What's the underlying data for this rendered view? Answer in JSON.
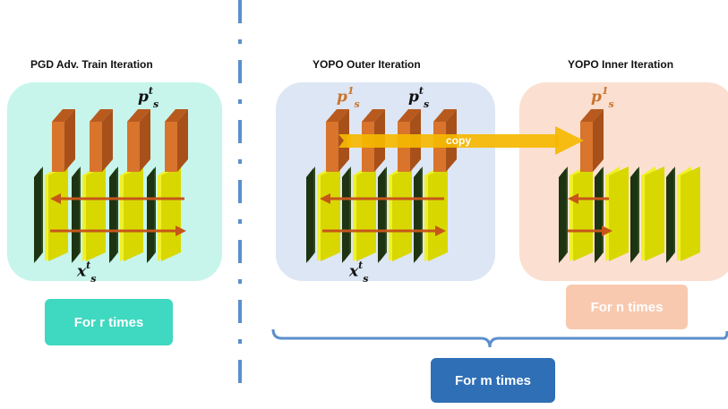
{
  "panels": {
    "pgd": {
      "title": "PGD Adv. Train Iteration",
      "button": "For r times"
    },
    "yopo_outer": {
      "title": "YOPO Outer Iteration"
    },
    "yopo_inner": {
      "title": "YOPO Inner Iteration",
      "button": "For n times"
    }
  },
  "symbols": {
    "p": "p",
    "x": "x",
    "sub": "s",
    "sup_t": "t",
    "sup_1": "1"
  },
  "copy_label": "copy",
  "outer_button": "For m times",
  "colors": {
    "pgd_panel": "#c7f5ec",
    "outer_panel": "#dde6f4",
    "inner_panel": "#fbe0d2",
    "layer_yellow": "#d8d800",
    "layer_dark": "#2e4a1c",
    "param_orange": "#d9742c",
    "arrow": "#c6561a",
    "copy_arrow": "#f5b800",
    "divider": "#5b8fcd",
    "btn_r": "#3fd8c0",
    "btn_n": "#f8c9ae",
    "btn_m": "#2e6fb6"
  }
}
